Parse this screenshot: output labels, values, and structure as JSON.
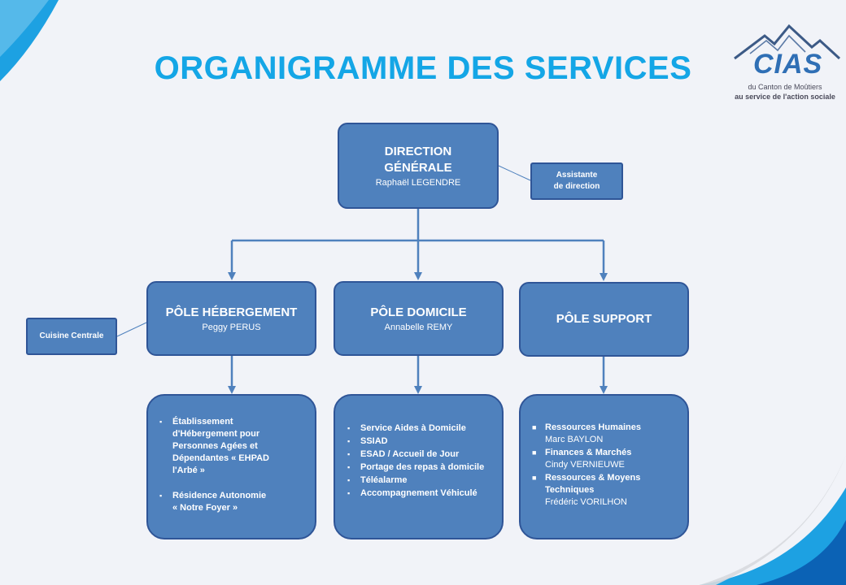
{
  "colors": {
    "title": "#14a6e6",
    "box": "#4f81bd",
    "border": "#2f5597",
    "connector": "#4f81bd",
    "wave": "#1da1e2"
  },
  "title": "ORGANIGRAMME DES SERVICES",
  "logo": {
    "name": "CIAS",
    "line1": "du Canton de Moûtiers",
    "line2": "au service de l'action sociale"
  },
  "direction": {
    "title_line1": "DIRECTION",
    "title_line2": "GÉNÉRALE",
    "person": "Raphaël LEGENDRE"
  },
  "assistant": {
    "line1": "Assistante",
    "line2": "de direction"
  },
  "cuisine": {
    "label": "Cuisine Centrale"
  },
  "poles": {
    "hebergement": {
      "title": "PÔLE HÉBERGEMENT",
      "person": "Peggy PERUS"
    },
    "domicile": {
      "title": "PÔLE DOMICILE",
      "person": "Annabelle REMY"
    },
    "support": {
      "title": "PÔLE SUPPORT"
    }
  },
  "services": {
    "hebergement": [
      {
        "bullet": "▪",
        "lines": [
          "Établissement",
          "d'Hébergement pour",
          "Personnes Agées et",
          "Dépendantes « EHPAD",
          "l'Arbé »"
        ]
      },
      {
        "bullet": "▪",
        "lines": [
          "Résidence Autonomie",
          "« Notre Foyer »"
        ]
      }
    ],
    "domicile": [
      {
        "bullet": "▪",
        "text": "Service Aides à Domicile"
      },
      {
        "bullet": "▪",
        "text": "SSIAD"
      },
      {
        "bullet": "▪",
        "text": "ESAD / Accueil de Jour"
      },
      {
        "bullet": "▪",
        "text": "Portage des repas à domicile"
      },
      {
        "bullet": "▪",
        "text": "Téléalarme"
      },
      {
        "bullet": "▪",
        "text": "Accompagnement Véhiculé"
      }
    ],
    "support": [
      {
        "bullet": "■",
        "lines": [
          "Ressources Humaines"
        ],
        "person": "Marc BAYLON"
      },
      {
        "bullet": "■",
        "lines": [
          "Finances & Marchés"
        ],
        "person": "Cindy VERNIEUWE"
      },
      {
        "bullet": "■",
        "lines": [
          "Ressources & Moyens",
          "Techniques"
        ],
        "person": "Frédéric VORILHON"
      }
    ]
  }
}
